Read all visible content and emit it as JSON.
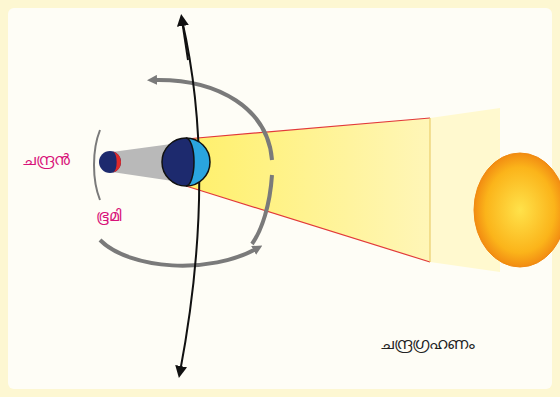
{
  "diagram": {
    "labels": [
      "ചന്ദ്രൻ",
      "ഭൂമി",
      "ചന്ദ്രഗ്രഹണം"
    ]
  }
}
